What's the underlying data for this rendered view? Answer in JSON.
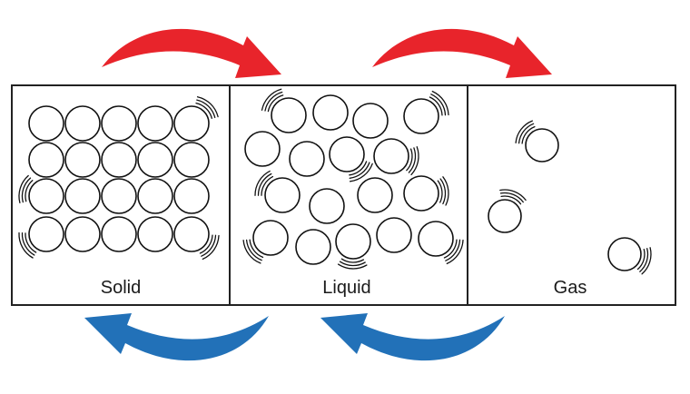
{
  "states": [
    {
      "id": "solid",
      "label": "Solid"
    },
    {
      "id": "liquid",
      "label": "Liquid"
    },
    {
      "id": "gas",
      "label": "Gas"
    }
  ],
  "colors": {
    "heating_arrow": "#e8242b",
    "cooling_arrow": "#2271b8",
    "outline": "#222222"
  },
  "icons": {
    "top_arrows": "curved-arrow-right",
    "bottom_arrows": "curved-arrow-left"
  }
}
